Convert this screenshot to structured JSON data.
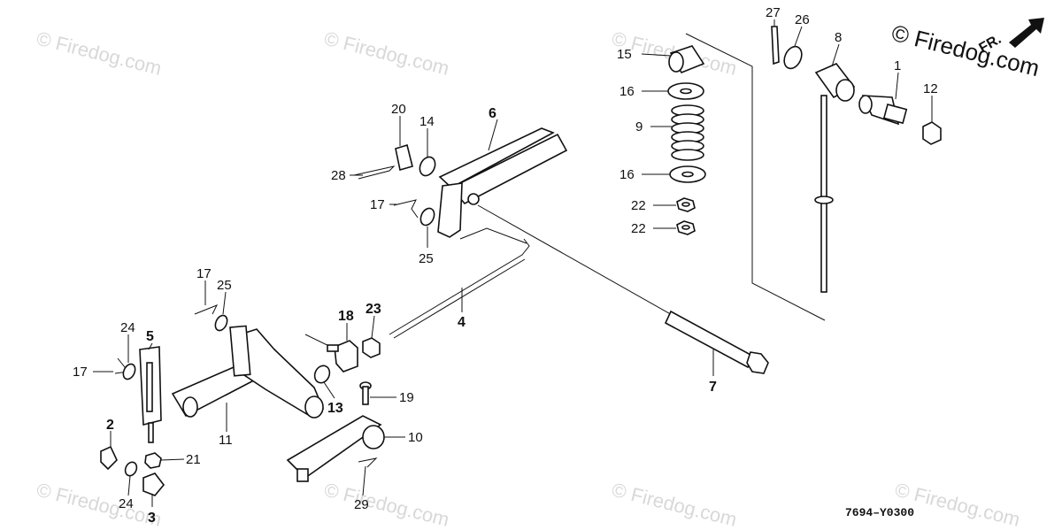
{
  "brand": "© Firedog.com",
  "direction_label": "FR.",
  "diagram_code": "7694–Y0300",
  "watermark_text": "© Firedog.com",
  "callouts": {
    "c1": "1",
    "c2": "2",
    "c3": "3",
    "c4": "4",
    "c5": "5",
    "c6": "6",
    "c7": "7",
    "c8": "8",
    "c9": "9",
    "c10": "10",
    "c11": "11",
    "c12": "12",
    "c13": "13",
    "c14": "14",
    "c15": "15",
    "c16a": "16",
    "c16b": "16",
    "c17a": "17",
    "c17b": "17",
    "c17c": "17",
    "c18": "18",
    "c19": "19",
    "c20": "20",
    "c21": "21",
    "c22a": "22",
    "c22b": "22",
    "c23": "23",
    "c24a": "24",
    "c24b": "24",
    "c25a": "25",
    "c25b": "25",
    "c26": "26",
    "c27": "27",
    "c28": "28",
    "c29": "29"
  },
  "colors": {
    "ink": "#111111",
    "watermark": "#d8d8d8",
    "background": "#ffffff"
  }
}
